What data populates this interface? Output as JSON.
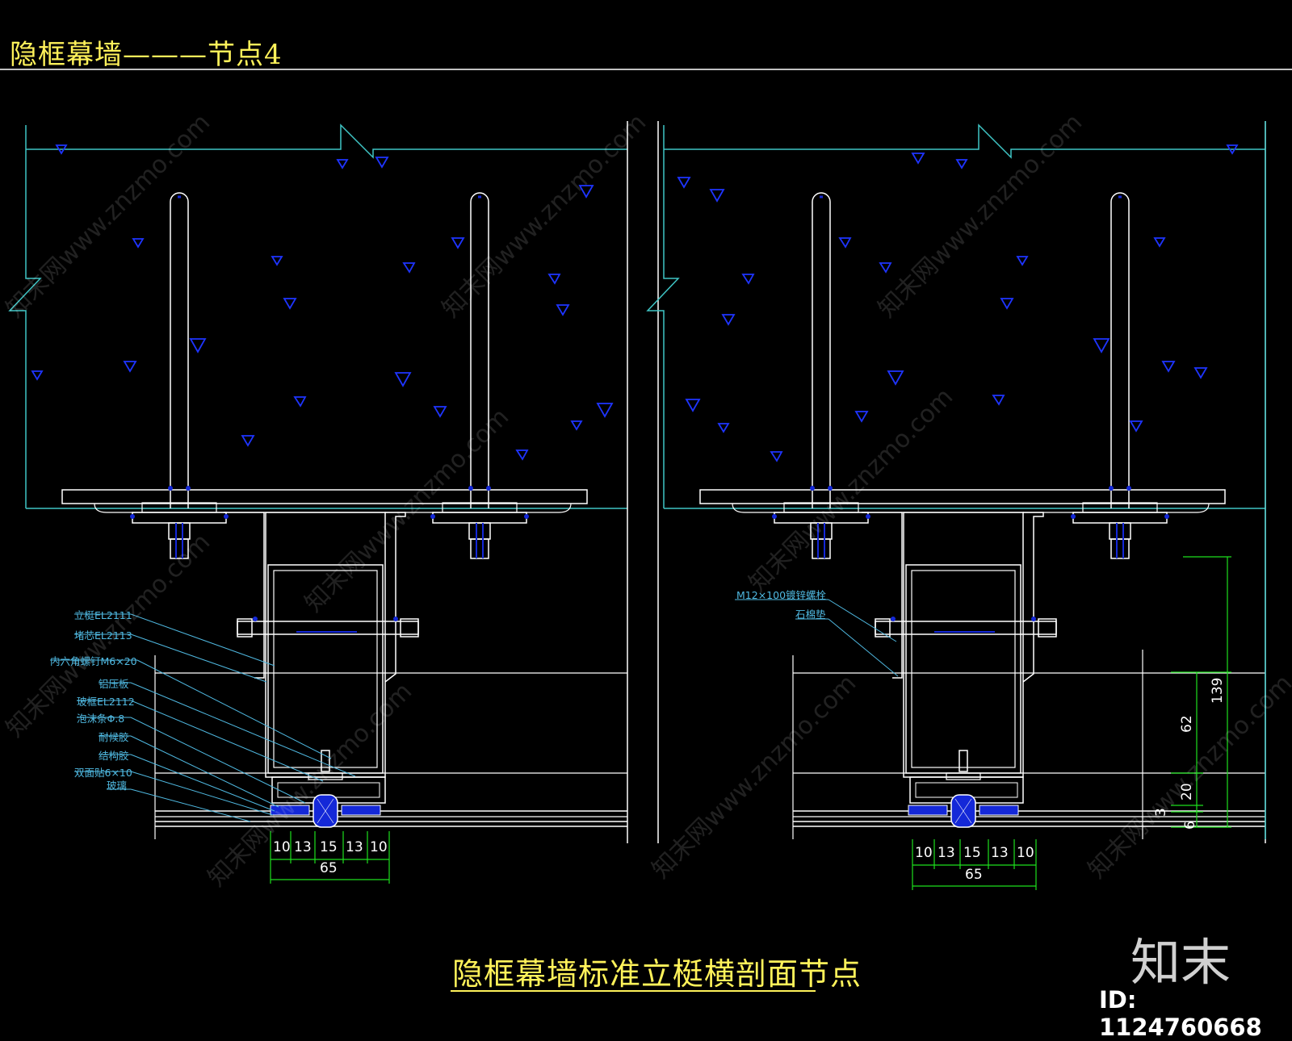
{
  "sheet_title": "隐框幕墙———节点4",
  "bottom_title": "隐框幕墙标准立梃横剖面节点",
  "brand": "知末",
  "id_label": "ID: 1124760668",
  "watermark": "知末网www.znzmo.com",
  "left_callouts": [
    "立梃EL2111",
    "堵芯EL2113",
    "内六角螺钉M6×20",
    "铝压板",
    "玻框EL2112",
    "泡沫条Φ.8",
    "耐候胶",
    "结构胶",
    "双面贴6×10",
    "玻璃"
  ],
  "right_callouts": [
    "M12×100镀锌螺栓",
    "石棉垫"
  ],
  "dims_bottom": [
    "10",
    "13",
    "15",
    "13",
    "10"
  ],
  "dims_total": "65",
  "dims_right": [
    "139",
    "62",
    "20",
    "3",
    "6"
  ],
  "colors": {
    "line": "#ffffff",
    "accent": "#fff25a",
    "dim": "#1de01d",
    "hatch": "#1428d8",
    "callout": "#4fb8e0",
    "wall": "#3fc6c6"
  }
}
